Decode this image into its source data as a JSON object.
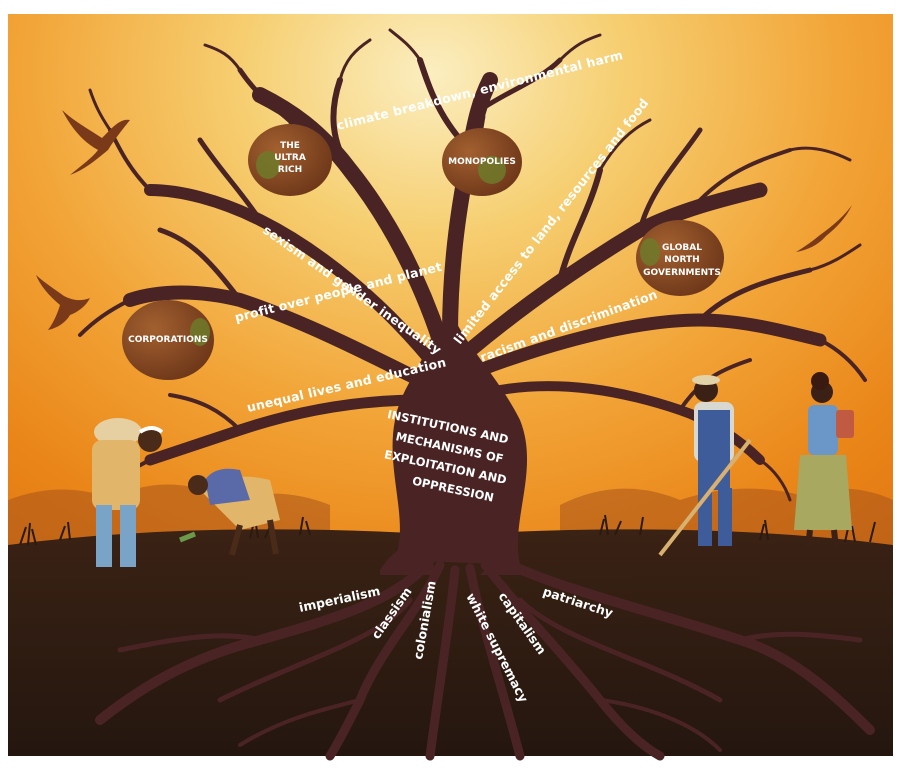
{
  "colors": {
    "sky_top": "#f6dc8c",
    "sky_mid": "#f3a93a",
    "sky_low": "#e97c14",
    "tree": "#4a2424",
    "soil": "#2a1a12",
    "fruit": "#8a4a25",
    "rot": "#6e7a2a",
    "bird": "#7a3a1a"
  },
  "fruits": [
    {
      "id": "ultra-rich",
      "lines": [
        "THE",
        "ULTRA",
        "RICH"
      ]
    },
    {
      "id": "monopolies",
      "lines": [
        "MONOPOLIES"
      ]
    },
    {
      "id": "global-north",
      "lines": [
        "GLOBAL",
        "NORTH",
        "GOVERNMENTS"
      ]
    },
    {
      "id": "corporations",
      "lines": [
        "CORPORATIONS"
      ]
    }
  ],
  "branches": [
    "climate breakdown, environmental harm",
    "sexism and gender inequality",
    "profit over people and planet",
    "unequal lives and education",
    "limited access to land, resources and food",
    "racism and discrimination"
  ],
  "trunk": {
    "lines": [
      "INSTITUTIONS AND",
      "MECHANISMS OF",
      "EXPLOITATION AND",
      "OPPRESSION"
    ]
  },
  "roots": [
    "imperialism",
    "classism",
    "colonialism",
    "white supremacy",
    "capitalism",
    "patriarchy"
  ],
  "figures": [
    "farmer-carrying-sack",
    "farmer-bending",
    "farmer-with-hoe",
    "woman-with-basket"
  ],
  "birds": [
    "bird",
    "bird",
    "bird"
  ]
}
